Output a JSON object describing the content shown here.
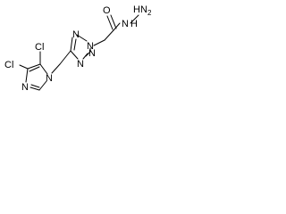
{
  "molecule": {
    "labels": {
      "hydrazide_n_top": "H",
      "hydrazide_n_top_2": "N",
      "hydrazide_n_top_sub": "2",
      "hydrazide_n": "N",
      "hydrazide_h": "H",
      "carbonyl_o": "O",
      "tetrazole_n1": "N",
      "tetrazole_n2": "N",
      "tetrazole_n3": "N",
      "tetrazole_n4": "N",
      "imidazole_n1": "N",
      "imidazole_n3": "N",
      "chloro_top": "Cl",
      "chloro_left": "Cl"
    }
  }
}
